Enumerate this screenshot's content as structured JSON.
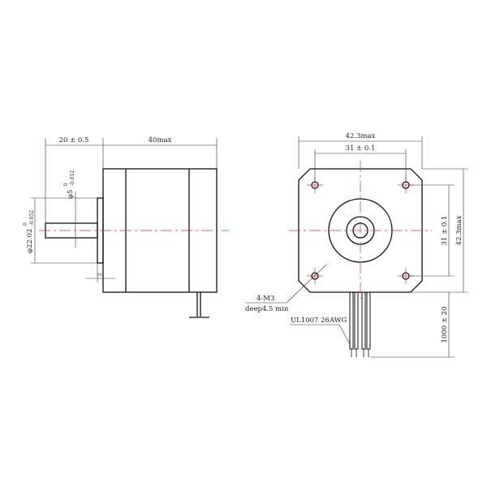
{
  "side_view": {
    "shaft_length": "20 ± 0.5",
    "body_length": "40max",
    "shaft_diameter": "φ5",
    "shaft_tol_upper": "0",
    "shaft_tol_lower": "-0.012",
    "boss_diameter": "φ22.02",
    "boss_tol_upper": "0",
    "boss_tol_lower": "-0.052",
    "boss_height": "2"
  },
  "front_view": {
    "width": "42.3max",
    "hole_spacing_h": "31 ± 0.1",
    "hole_spacing_v": "31 ± 0.1",
    "height": "42.3max",
    "cable_length": "1000 ± 20",
    "thread_label": "4-M3",
    "thread_depth": "deep4.5 min",
    "wire_label": "UL1007 26AWG"
  },
  "colors": {
    "outline": "#111111",
    "centerline": "#e0303a"
  }
}
